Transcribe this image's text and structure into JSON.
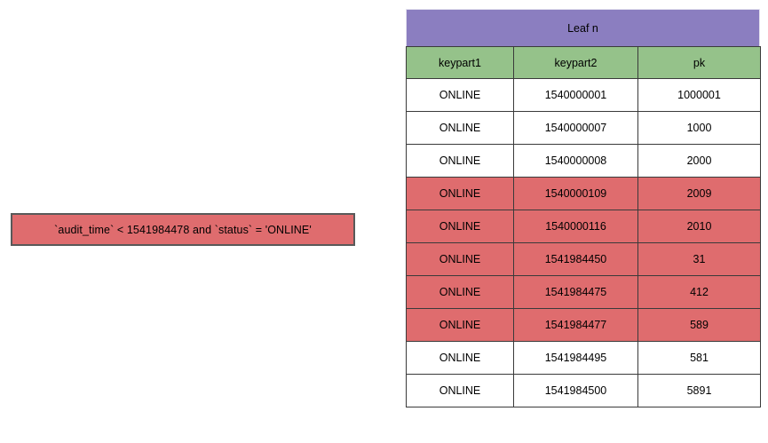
{
  "condition": {
    "text": "`audit_time` < 1541984478 and `status` = 'ONLINE'",
    "fill_color": "#df6c6e",
    "border_color": "#595959"
  },
  "leaf_table": {
    "title": "Leaf n",
    "title_fill_color": "#8b7ec0",
    "header_fill_color": "#95c28a",
    "highlight_fill_color": "#df6c6e",
    "columns": [
      "keypart1",
      "keypart2",
      "pk"
    ],
    "rows": [
      {
        "keypart1": "ONLINE",
        "keypart2": "1540000001",
        "pk": "1000001",
        "highlighted": false
      },
      {
        "keypart1": "ONLINE",
        "keypart2": "1540000007",
        "pk": "1000",
        "highlighted": false
      },
      {
        "keypart1": "ONLINE",
        "keypart2": "1540000008",
        "pk": "2000",
        "highlighted": false
      },
      {
        "keypart1": "ONLINE",
        "keypart2": "1540000109",
        "pk": "2009",
        "highlighted": true
      },
      {
        "keypart1": "ONLINE",
        "keypart2": "1540000116",
        "pk": "2010",
        "highlighted": true
      },
      {
        "keypart1": "ONLINE",
        "keypart2": "1541984450",
        "pk": "31",
        "highlighted": true
      },
      {
        "keypart1": "ONLINE",
        "keypart2": "1541984475",
        "pk": "412",
        "highlighted": true
      },
      {
        "keypart1": "ONLINE",
        "keypart2": "1541984477",
        "pk": "589",
        "highlighted": true
      },
      {
        "keypart1": "ONLINE",
        "keypart2": "1541984495",
        "pk": "581",
        "highlighted": false
      },
      {
        "keypart1": "ONLINE",
        "keypart2": "1541984500",
        "pk": "5891",
        "highlighted": false
      }
    ]
  }
}
